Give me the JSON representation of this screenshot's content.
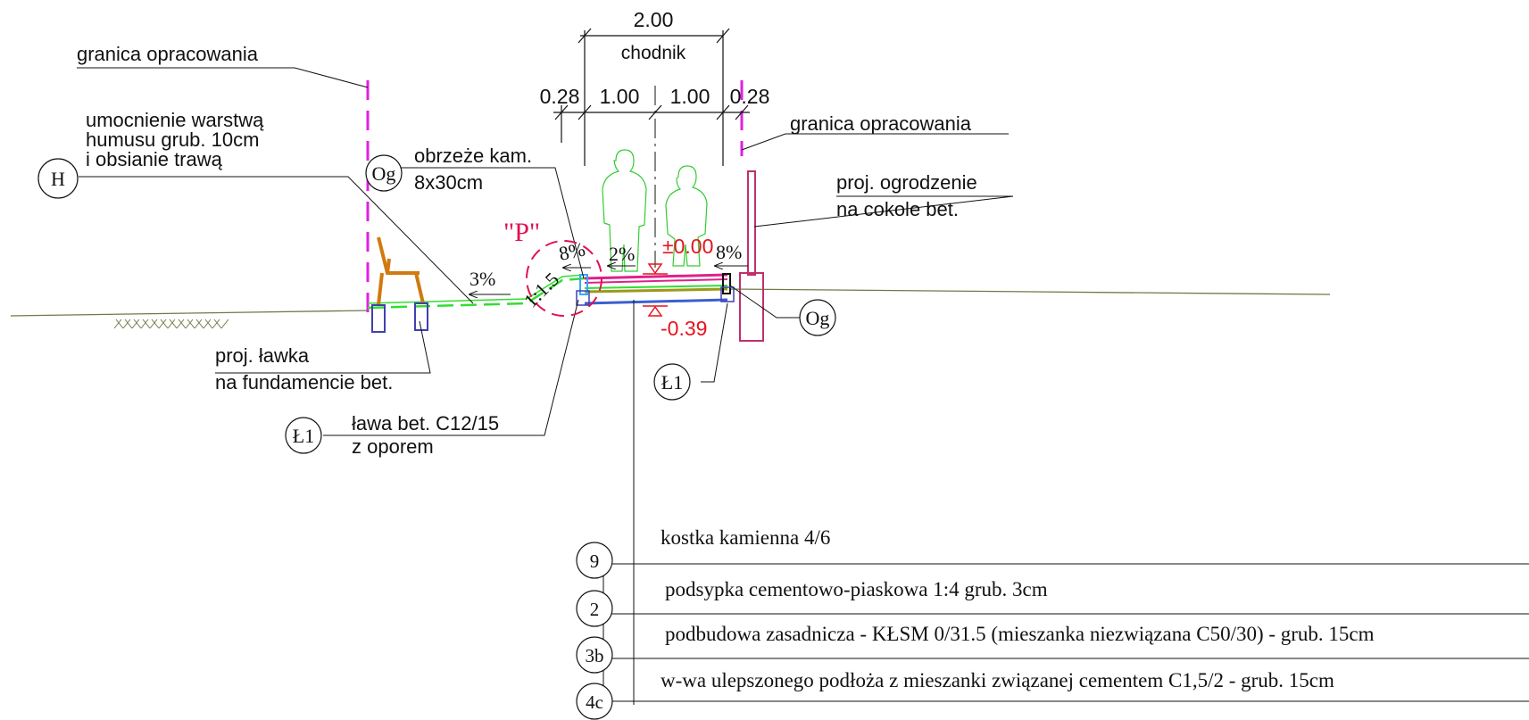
{
  "dimensions": {
    "total": "2.00",
    "walkway": "chodnik",
    "left_edge": "0.28",
    "left_lane": "1.00",
    "right_lane": "1.00",
    "right_edge": "0.28"
  },
  "labels": {
    "boundary_left": "granica opracowania",
    "boundary_right": "granica opracowania",
    "humus_line1": "umocnienie warstwą",
    "humus_line2": "humusu grub. 10cm",
    "humus_line3": "i obsianie trawą",
    "curb_line1": "obrzeże kam.",
    "curb_line2": "8x30cm",
    "fence_line1": "proj. ogrodzenie",
    "fence_line2": "na cokole bet.",
    "bench_line1": "proj. ławka",
    "bench_line2": "na fundamencie bet.",
    "bench_found_line1": "ława bet. C12/15",
    "bench_found_line2": "z oporem",
    "detail_p": "\"P\"",
    "slope_3": "3%",
    "slope_ratio": "1:1.5",
    "slope_8_left": "8%",
    "slope_2": "2%",
    "slope_8_right": "8%",
    "level_top": "±0.00",
    "level_bottom": "-0.39"
  },
  "markers": {
    "H": "H",
    "Og_top": "Og",
    "Og_right": "Og",
    "L1_right": "Ł1",
    "L1_left": "Ł1"
  },
  "layers": [
    {
      "id": "9",
      "text": "kostka kamienna 4/6"
    },
    {
      "id": "2",
      "text": "podsypka cementowo-piaskowa 1:4 grub. 3cm"
    },
    {
      "id": "3b",
      "text": "podbudowa zasadnicza - KŁSM 0/31.5 (mieszanka niezwiązana C50/30) - grub. 15cm"
    },
    {
      "id": "4c",
      "text": "w-wa ulepszonego podłoża z mieszanki związanej cementem C1,5/2 - grub. 15cm"
    }
  ],
  "colors": {
    "boundary": "#e020e0",
    "grass": "#33dd33",
    "paving": "#e0208a",
    "base": "#3a5fd0",
    "subbase": "#9a9a1a",
    "fence": "#c0306a",
    "bench": "#d07a10",
    "people": "#33cc33",
    "level": "#e6141e"
  }
}
